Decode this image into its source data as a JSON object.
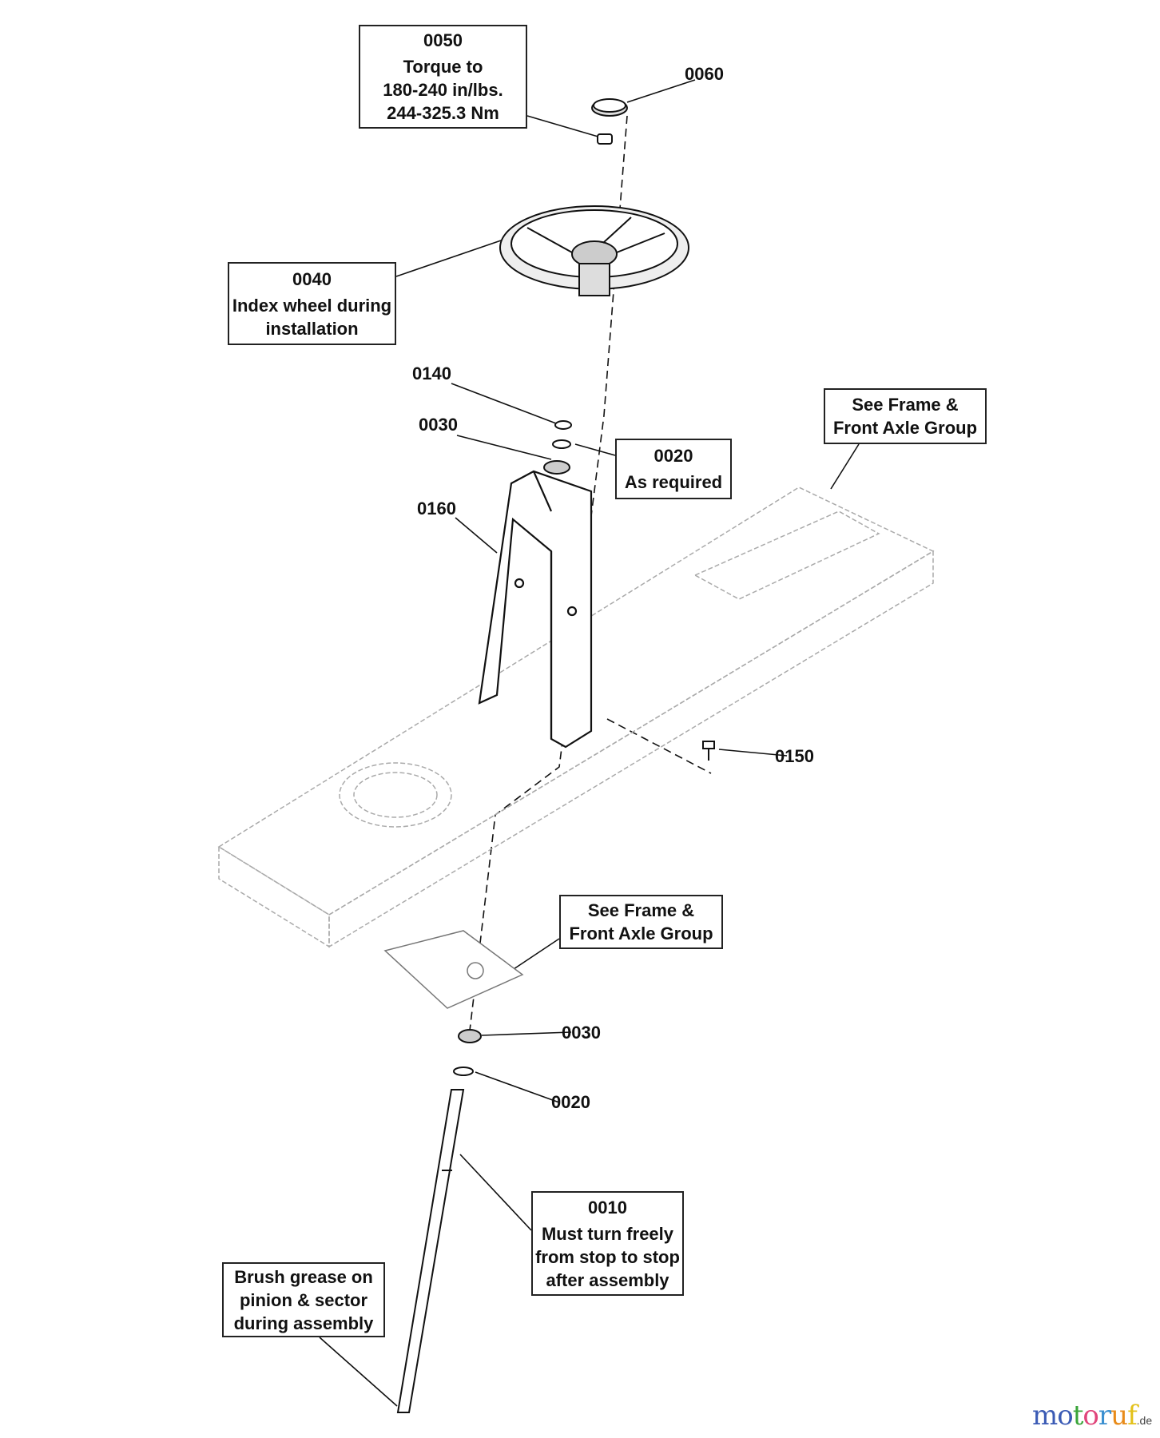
{
  "callouts": {
    "c0050": {
      "part": "0050",
      "lines": [
        "Torque to",
        "180-240 in/lbs.",
        "244-325.3 Nm"
      ]
    },
    "c0040": {
      "part": "0040",
      "lines": [
        "Index wheel during",
        "installation"
      ]
    },
    "c0020": {
      "part": "0020",
      "lines": [
        "As required"
      ]
    },
    "frame_top": {
      "lines": [
        "See Frame &",
        "Front Axle Group"
      ]
    },
    "frame_bottom": {
      "lines": [
        "See Frame &",
        "Front Axle Group"
      ]
    },
    "c0010": {
      "part": "0010",
      "lines": [
        "Must turn freely",
        "from stop to stop",
        "after assembly"
      ]
    },
    "grease": {
      "lines": [
        "Brush grease on",
        "pinion & sector",
        "during assembly"
      ]
    }
  },
  "labels": {
    "p0060": "0060",
    "p0140": "0140",
    "p0030_top": "0030",
    "p0160": "0160",
    "p0150": "0150",
    "p0030_bottom": "0030",
    "p0020_bottom": "0020"
  },
  "watermark": {
    "letters": [
      "m",
      "o",
      "t",
      "o",
      "r",
      "u",
      "f"
    ],
    "colors": [
      "#3b5bb5",
      "#3b5bb5",
      "#3aa53a",
      "#e0457b",
      "#3b8fd0",
      "#e88b1a",
      "#e3c11a"
    ],
    "suffix": ".de"
  }
}
